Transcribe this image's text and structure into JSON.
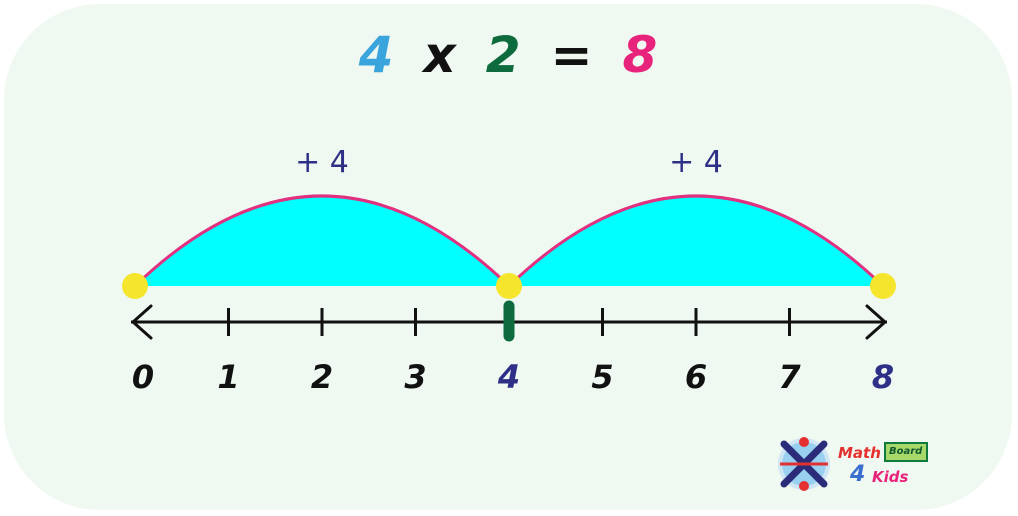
{
  "equation": {
    "a": "4",
    "times": "x",
    "b": "2",
    "equals": "=",
    "result": "8",
    "colors": {
      "a": "#3aa5dc",
      "times": "#111111",
      "b": "#0e6b3e",
      "equals": "#111111",
      "result": "#e8237b"
    }
  },
  "hops": [
    {
      "label": "+ 4",
      "from": 0,
      "to": 4
    },
    {
      "label": "+ 4",
      "from": 4,
      "to": 8
    }
  ],
  "number_line": {
    "min": 0,
    "max": 8,
    "ticks": [
      "0",
      "1",
      "2",
      "3",
      "4",
      "5",
      "6",
      "7",
      "8"
    ],
    "highlighted_ticks": [
      4,
      8
    ],
    "marked_value": 4,
    "dots": [
      0,
      4,
      8
    ]
  },
  "colors": {
    "hop_fill": "#00ffff",
    "hop_stroke": "#e0307f",
    "dot": "#f5e52d",
    "axis": "#111111",
    "tick_label": "#111111",
    "highlight_label": "#2e2f86",
    "hop_label": "#2e2f86",
    "marker": "#0e6b3e"
  },
  "logo": {
    "math": "Math",
    "board": "Board",
    "four": "4",
    "kids": "Kids"
  }
}
